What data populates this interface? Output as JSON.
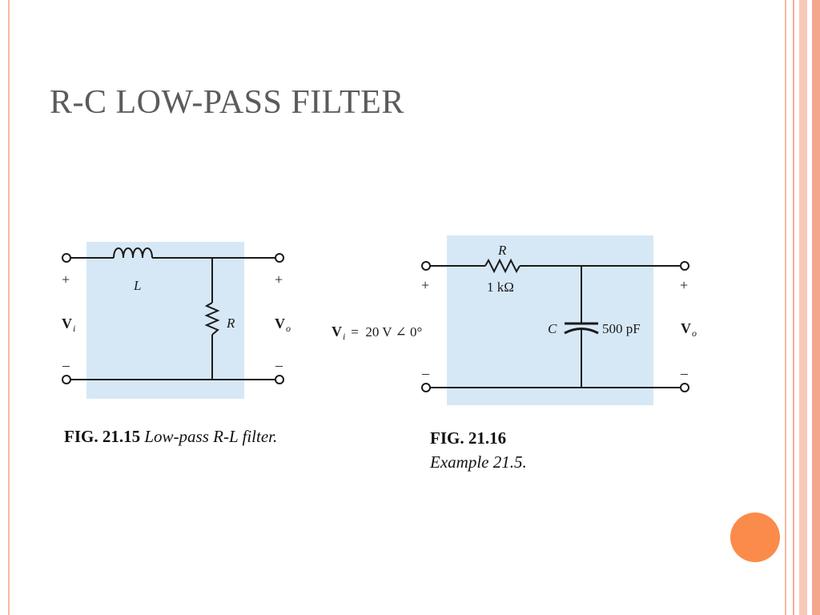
{
  "slide": {
    "title": "R-C LOW-PASS FILTER"
  },
  "figure_1": {
    "caption_number": "FIG. 21.15",
    "caption_text": "Low-pass R-L filter.",
    "inductor_label": "L",
    "resistor_label": "R",
    "input_label_main": "V",
    "input_label_sub": "i",
    "output_label_main": "V",
    "output_label_sub": "o",
    "plus": "+",
    "minus": "–"
  },
  "figure_2": {
    "caption_number": "FIG. 21.16",
    "caption_text": "Example 21.5.",
    "resistor_label": "R",
    "resistor_value": "1 kΩ",
    "capacitor_label": "C",
    "capacitor_value": "500 pF",
    "source_main": "V",
    "source_sub": "i",
    "source_value": " =  20 V ∠ 0°",
    "output_label_main": "V",
    "output_label_sub": "o",
    "plus": "+",
    "minus": "–"
  },
  "colors": {
    "title": "#5b5b5b",
    "circuit_bg": "#d6e8f6",
    "wire": "#1a1a1a",
    "accent_orb": "#fb8b4a",
    "frame": "#f5ae96"
  }
}
